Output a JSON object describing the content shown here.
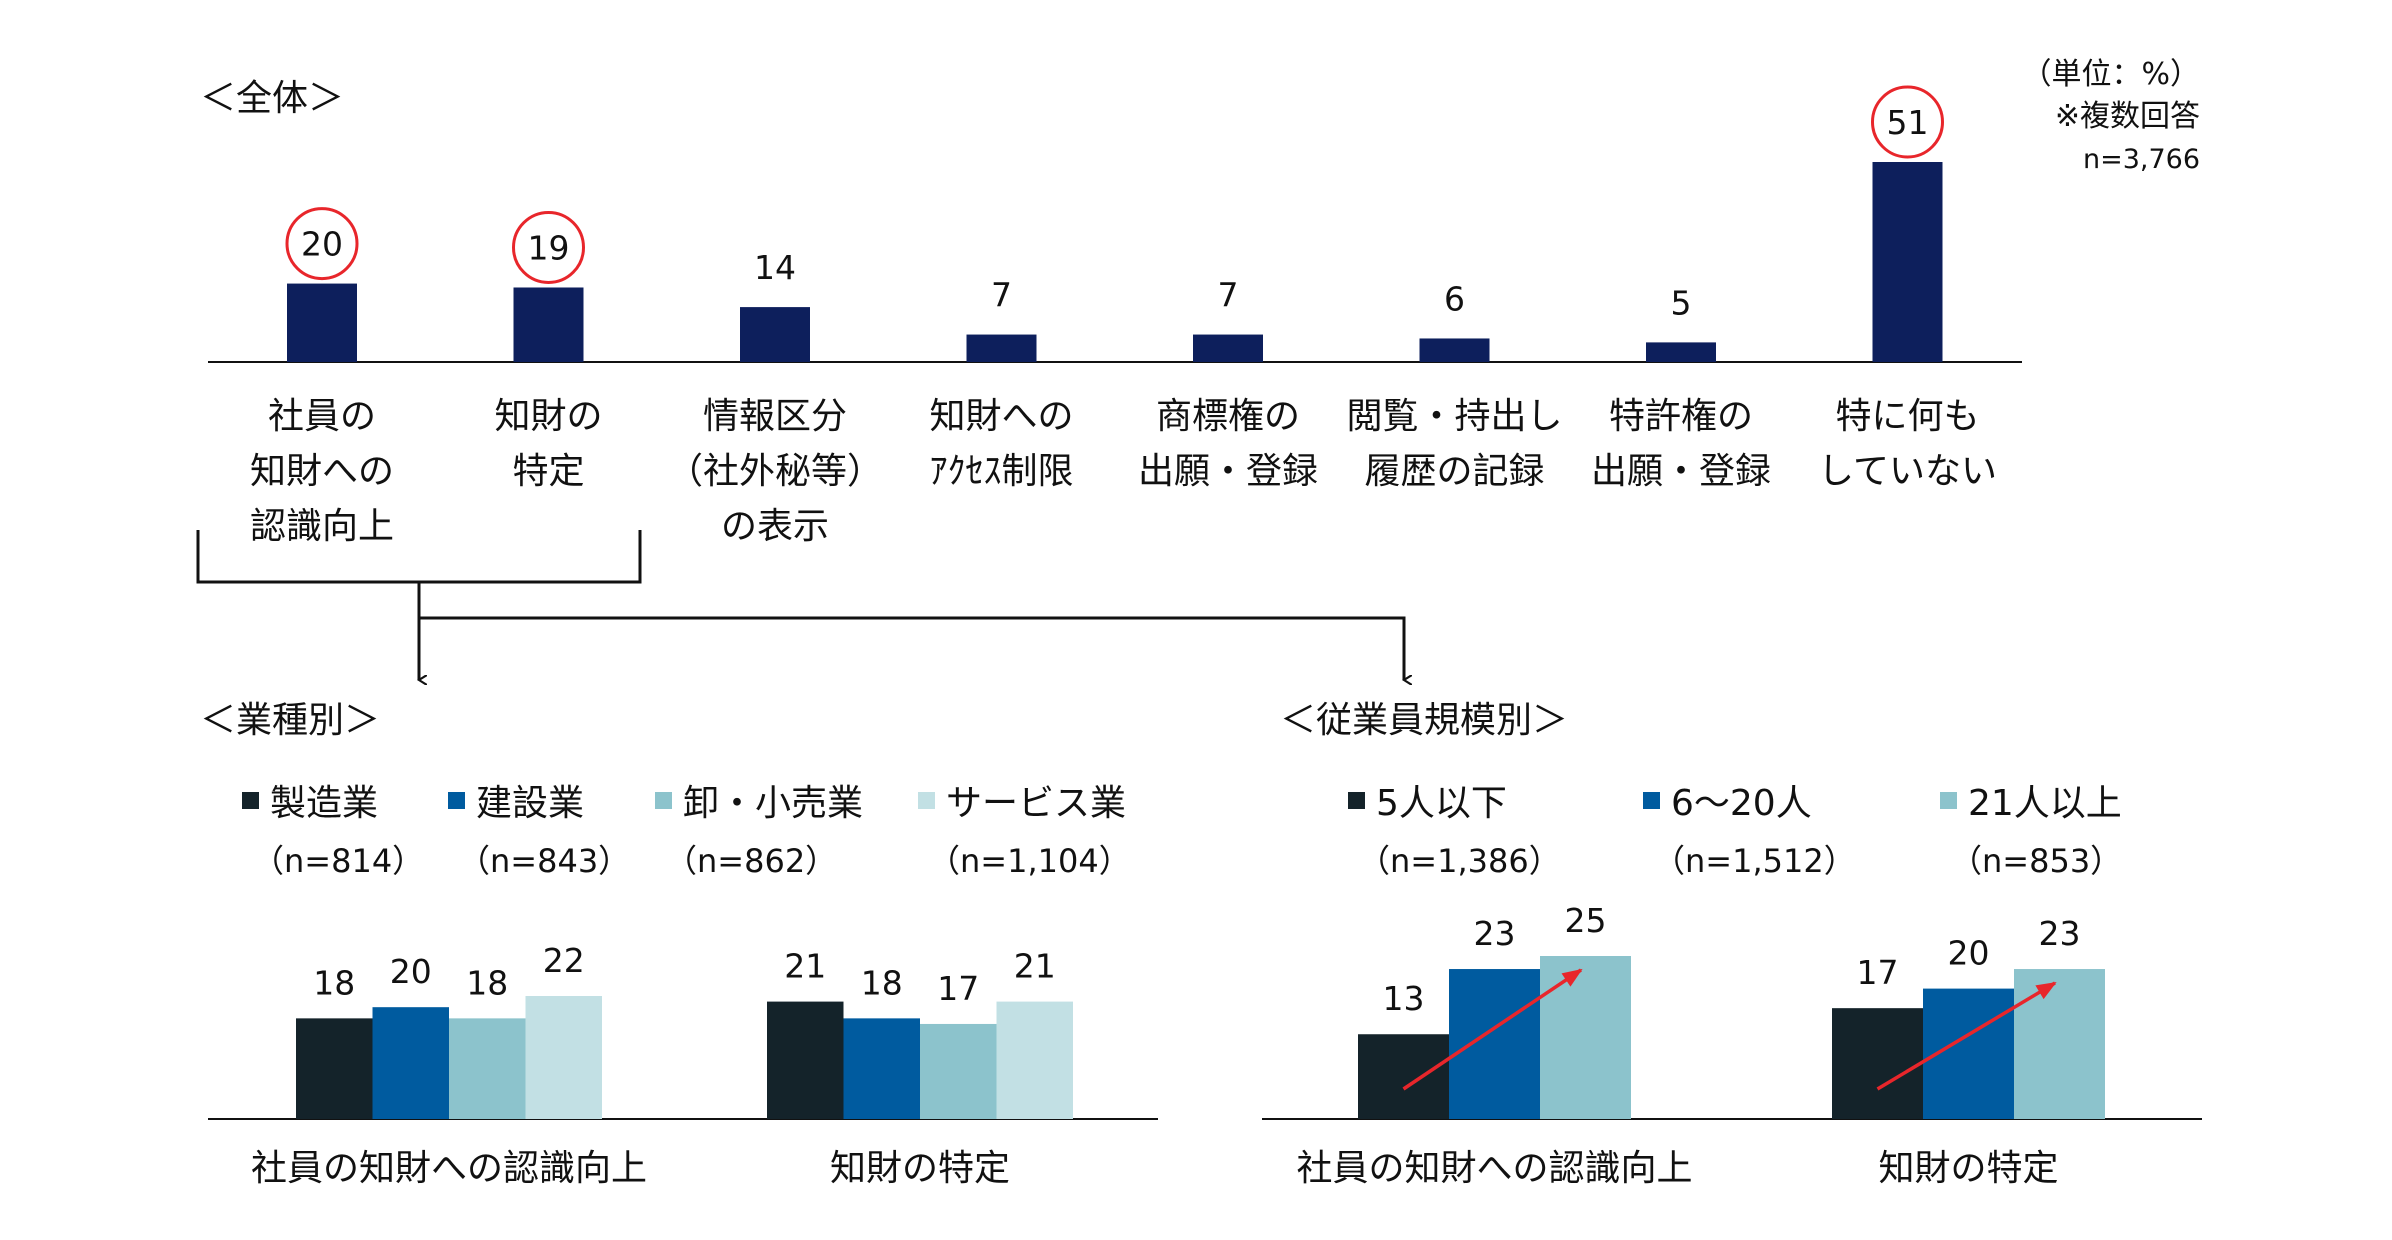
{
  "overall": {
    "section_title": "＜全体＞",
    "unit": "（単位：%）",
    "note": "※複数回答",
    "n": "n=3,766",
    "chart_data": {
      "type": "bar",
      "categories": [
        [
          "社員の",
          "知財への",
          "認識向上"
        ],
        [
          "知財の",
          "特定"
        ],
        [
          "情報区分",
          "（社外秘等）",
          "の表示"
        ],
        [
          "知財への",
          "ｱｸｾｽ制限"
        ],
        [
          "商標権の",
          "出願・登録"
        ],
        [
          "閲覧・持出し",
          "履歴の記録"
        ],
        [
          "特許権の",
          "出願・登録"
        ],
        [
          "特に何も",
          "していない"
        ]
      ],
      "values": [
        20,
        19,
        14,
        7,
        7,
        6,
        5,
        51
      ],
      "highlighted": [
        true,
        true,
        false,
        false,
        false,
        false,
        false,
        true
      ],
      "ylim": [
        0,
        51
      ],
      "color": "#0d1f5c",
      "highlight_color": "#e8262b"
    }
  },
  "industry": {
    "section_title": "＜業種別＞",
    "legend": [
      {
        "name": "製造業",
        "n": "（n=814）",
        "color": "#14232a"
      },
      {
        "name": "建設業",
        "n": "（n=843）",
        "color": "#005b9f"
      },
      {
        "name": "卸・小売業",
        "n": "（n=862）",
        "color": "#8cc3cc"
      },
      {
        "name": "サービス業",
        "n": "（n=1,104）",
        "color": "#c2e0e4"
      }
    ],
    "chart_data": {
      "type": "bar",
      "categories": [
        "社員の知財への認識向上",
        "知財の特定"
      ],
      "series": [
        {
          "name": "製造業",
          "values": [
            18,
            21
          ]
        },
        {
          "name": "建設業",
          "values": [
            20,
            18
          ]
        },
        {
          "name": "卸・小売業",
          "values": [
            18,
            17
          ]
        },
        {
          "name": "サービス業",
          "values": [
            22,
            21
          ]
        }
      ],
      "ylim": [
        0,
        22
      ]
    }
  },
  "size": {
    "section_title": "＜従業員規模別＞",
    "legend": [
      {
        "name": "5人以下",
        "n": "（n=1,386）",
        "color": "#14232a"
      },
      {
        "name": "6〜20人",
        "n": "（n=1,512）",
        "color": "#005b9f"
      },
      {
        "name": "21人以上",
        "n": "（n=853）",
        "color": "#8cc3cc"
      }
    ],
    "chart_data": {
      "type": "bar",
      "categories": [
        "社員の知財への認識向上",
        "知財の特定"
      ],
      "series": [
        {
          "name": "5人以下",
          "values": [
            13,
            17
          ]
        },
        {
          "name": "6〜20人",
          "values": [
            23,
            20
          ]
        },
        {
          "name": "21人以上",
          "values": [
            25,
            23
          ]
        }
      ],
      "ylim": [
        0,
        25
      ],
      "trend_arrow_color": "#e8262b"
    }
  }
}
